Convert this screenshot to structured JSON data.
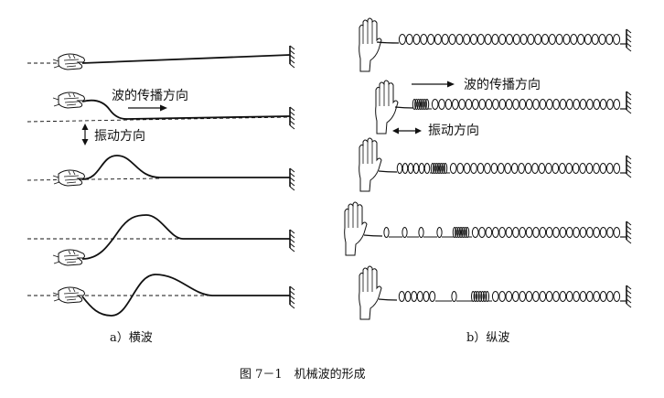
{
  "labels": {
    "wave_direction_a": "波的传播方向",
    "vibration_direction_a": "振动方向",
    "wave_direction_b": "波的传播方向",
    "vibration_direction_b": "振动方向",
    "sub_a": "a）横波",
    "sub_b": "b）纵波",
    "figure_caption": "图 7－1　机械波的形成"
  },
  "colors": {
    "ink": "#111111",
    "paper": "#ffffff"
  },
  "icons": {
    "hand": "hand-icon",
    "wall": "fixed-wall-icon"
  }
}
